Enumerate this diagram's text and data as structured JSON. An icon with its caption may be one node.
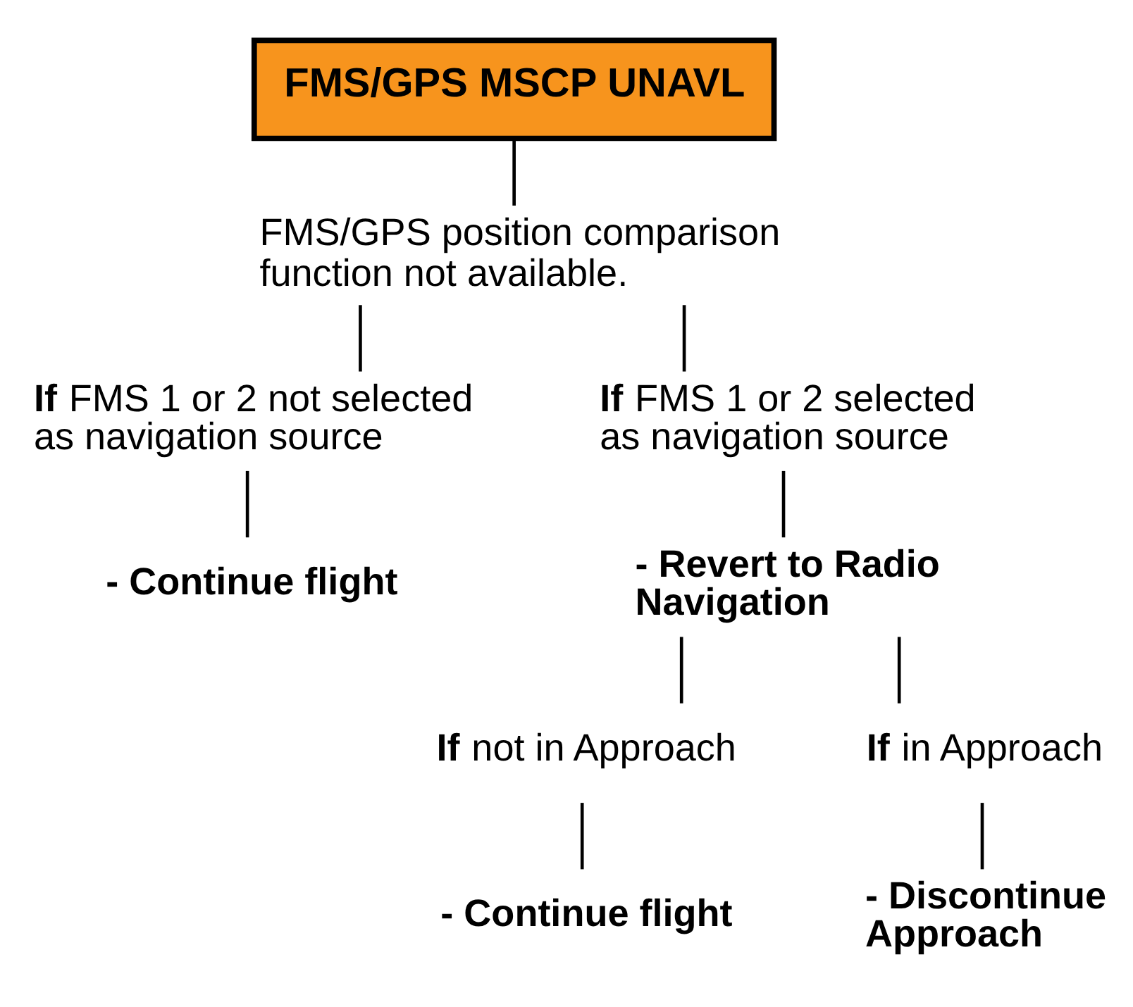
{
  "diagram": {
    "nodes": [
      {
        "text": [
          "FMS/GPS MSCP UNAVL"
        ]
      },
      {
        "text": [
          "FMS/GPS position comparison function not available."
        ]
      },
      {
        "text": [
          "**If** FMS 1 or 2 not selected as navigation source"
        ]
      },
      {
        "text": [
          "**If** FMS 1 or 2 selected as navigation source"
        ]
      },
      {
        "text": [
          "- Continue flight"
        ]
      },
      {
        "text": [
          "- Revert to Radio Navigation"
        ]
      },
      {
        "text": [
          "**If** not in Approach"
        ]
      },
      {
        "text": [
          "**If** in Approach"
        ]
      },
      {
        "text": [
          "- Continue flight"
        ]
      },
      {
        "text": [
          "- Discontinue Approach"
        ]
      }
    ],
    "edges": [
      {
        "from": 0,
        "to": 1,
        "arrow": "none"
      },
      {
        "from": 1,
        "to": 2,
        "arrow": "none"
      },
      {
        "from": 1,
        "to": 3,
        "arrow": "none"
      },
      {
        "from": 2,
        "to": 4,
        "arrow": "none"
      },
      {
        "from": 3,
        "to": 5,
        "arrow": "none"
      },
      {
        "from": 5,
        "to": 6,
        "arrow": "none"
      },
      {
        "from": 5,
        "to": 7,
        "arrow": "none"
      },
      {
        "from": 6,
        "to": 8,
        "arrow": "none"
      },
      {
        "from": 7,
        "to": 9,
        "arrow": "none"
      }
    ]
  }
}
